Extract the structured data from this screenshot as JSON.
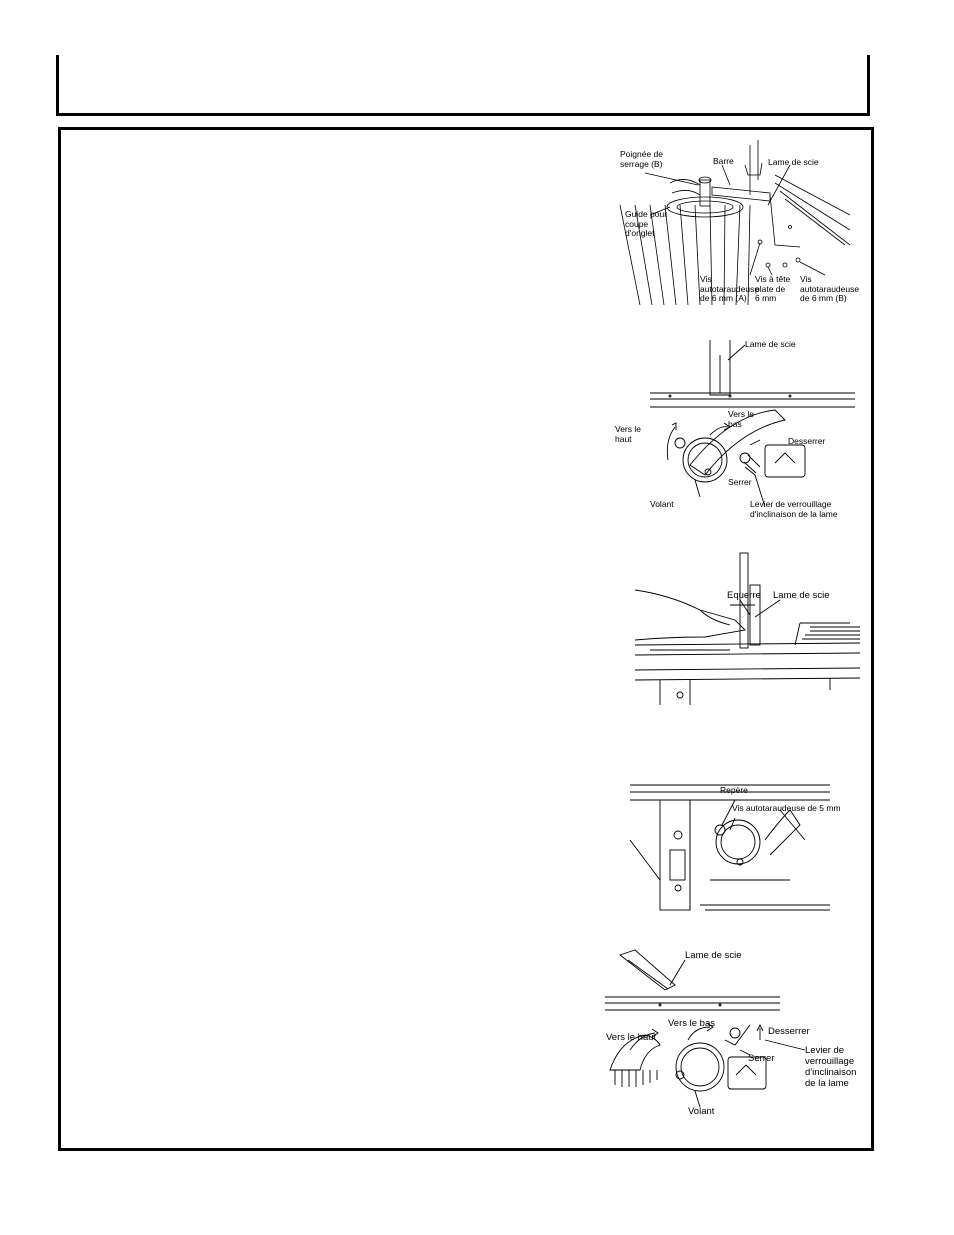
{
  "figures": {
    "fig1": {
      "clamp_handle": "Poignée de\nserrage (B)",
      "bar": "Barre",
      "saw_blade": "Lame de scie",
      "miter_guide": "Guide pour\ncoupe\nd'onglet",
      "screw_a": "Vis\nautotaraudeuse\nde 6 mm (A)",
      "flat_screw": "Vis à tête\nplate de\n6 mm",
      "screw_b": "Vis\nautotaraudeuse\nde 6 mm (B)"
    },
    "fig2": {
      "saw_blade": "Lame de scie",
      "down": "Vers le\nbas",
      "up": "Vers le\nhaut",
      "loosen": "Desserrer",
      "tighten": "Serrer",
      "handwheel": "Volant",
      "lock_lever": "Levier de verrouillage\nd'inclinaison de la lame"
    },
    "fig3": {
      "square": "Equerre",
      "saw_blade": "Lame de scie"
    },
    "fig4": {
      "mark": "Repère",
      "screw": "Vis autotaraudeuse de  5 mm"
    },
    "fig5": {
      "saw_blade": "Lame de scie",
      "down": "Vers le bas",
      "loosen": "Desserrer",
      "up": "Vers le haut",
      "tighten": "Serrer",
      "lock_lever": "Levier de\nverrouillage\nd'inclinaison\nde la lame",
      "handwheel": "Volant"
    }
  }
}
